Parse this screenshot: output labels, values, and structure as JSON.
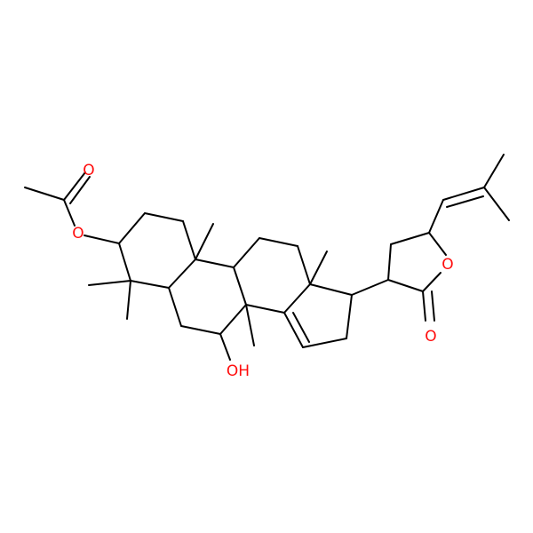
{
  "molecule": {
    "colors": {
      "bond": "#000000",
      "oxygen": "#ff0d0d",
      "background": "#ffffff"
    },
    "labels": {
      "ester_carbonyl_o": "O",
      "ester_o": "O",
      "hydroxyl": "OH",
      "ring_o": "O",
      "lactone_carbonyl_o": "O"
    }
  }
}
